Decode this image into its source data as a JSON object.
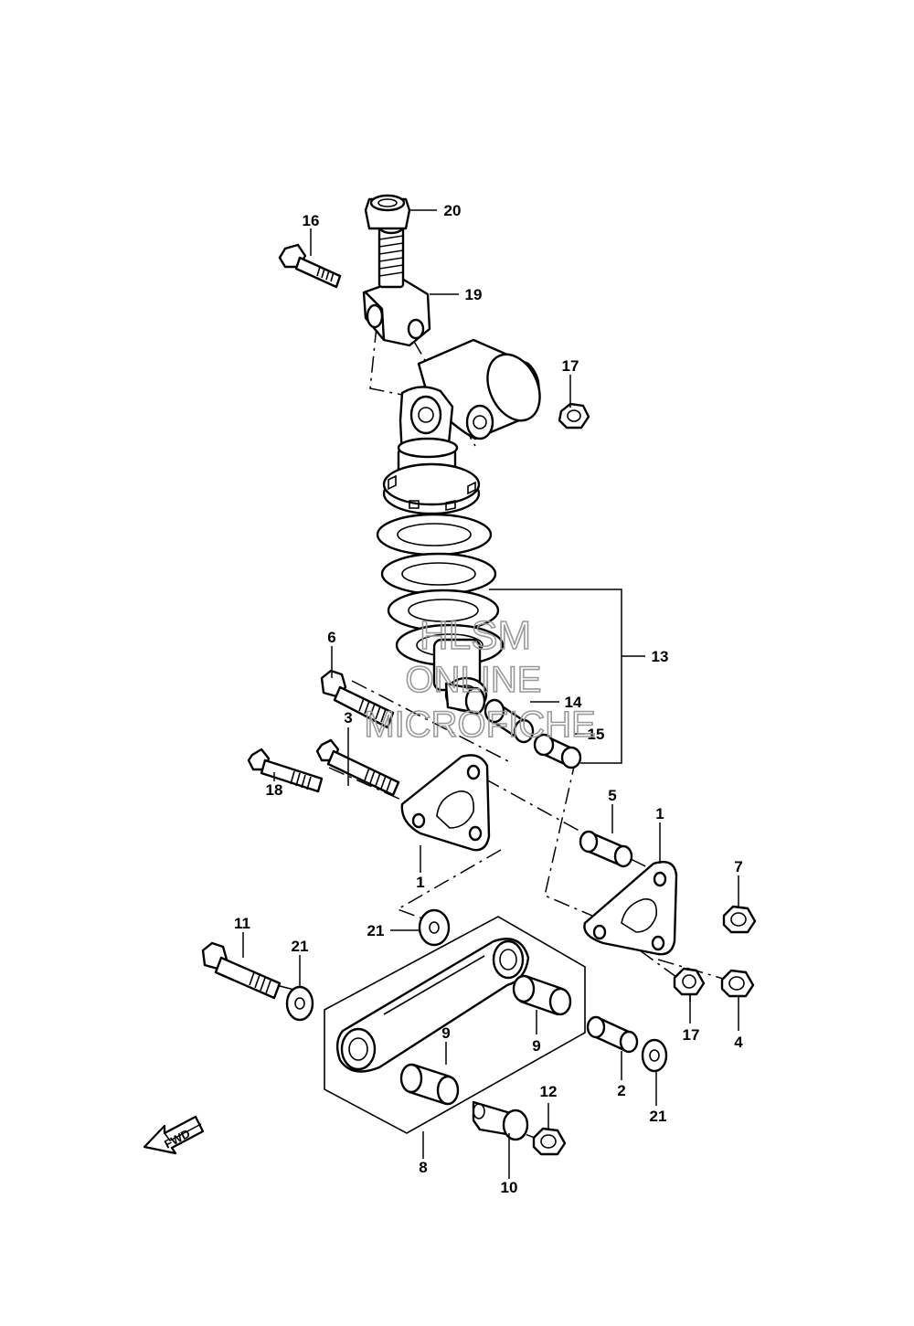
{
  "diagram": {
    "callouts": [
      "1",
      "1",
      "2",
      "3",
      "4",
      "5",
      "6",
      "7",
      "8",
      "9",
      "9",
      "10",
      "11",
      "12",
      "13",
      "14",
      "15",
      "16",
      "17",
      "17",
      "18",
      "19",
      "20",
      "21",
      "21",
      "21"
    ]
  },
  "watermark": {
    "line1": "HLSM",
    "line2": "ONLINE",
    "line3": "MICROFICHE"
  },
  "fwd_label": "FWD"
}
